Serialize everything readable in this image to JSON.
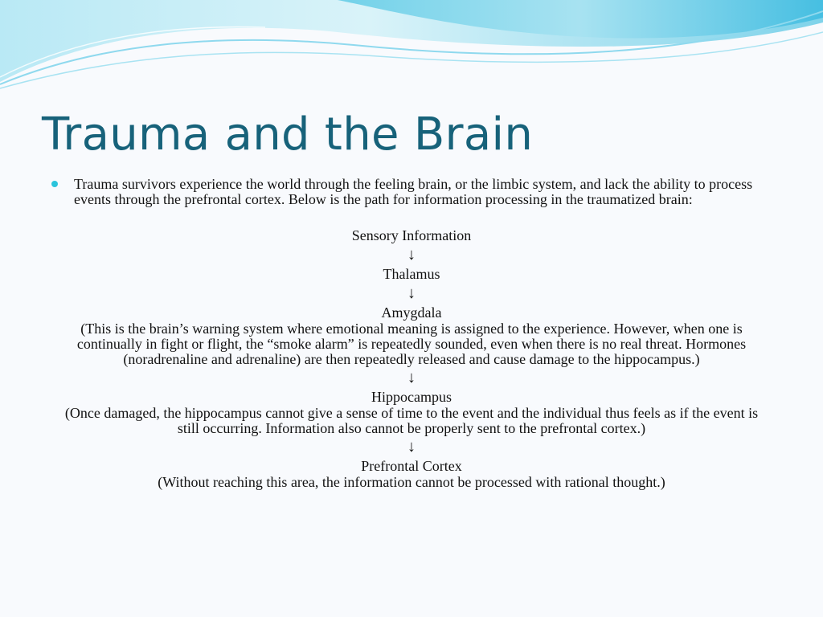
{
  "slide": {
    "title": "Trauma and the Brain",
    "intro": "Trauma survivors experience the world through the feeling brain, or the limbic system, and lack the ability to process events through the prefrontal cortex.  Below is the path for information processing in the traumatized brain:",
    "flow": [
      {
        "label": "Sensory Information"
      },
      {
        "arrow": "↓"
      },
      {
        "label": "Thalamus"
      },
      {
        "arrow": "↓"
      },
      {
        "label": "Amygdala"
      },
      {
        "note": "(This is the brain’s warning system where emotional meaning is assigned to the experience.  However, when one is continually in fight or flight, the “smoke alarm” is repeatedly sounded, even when there is no real threat.  Hormones (noradrenaline and adrenaline) are then repeatedly released and cause damage to the hippocampus.)"
      },
      {
        "arrow": "↓"
      },
      {
        "label": "Hippocampus"
      },
      {
        "note": "(Once damaged, the hippocampus cannot give a sense of time to the event and the individual thus feels as if the event is still occurring.  Information also cannot be properly sent to the prefrontal cortex.)"
      },
      {
        "arrow": "↓"
      },
      {
        "label": "Prefrontal Cortex"
      },
      {
        "note": "(Without reaching this area, the information cannot be processed with rational thought.)"
      }
    ]
  },
  "colors": {
    "title": "#17627a",
    "bullet": "#2bc4dc",
    "wave_light": "#d3f1f8",
    "wave_mid": "#8ad9ec",
    "wave_deep": "#40bde0",
    "background": "#f8fafd"
  }
}
